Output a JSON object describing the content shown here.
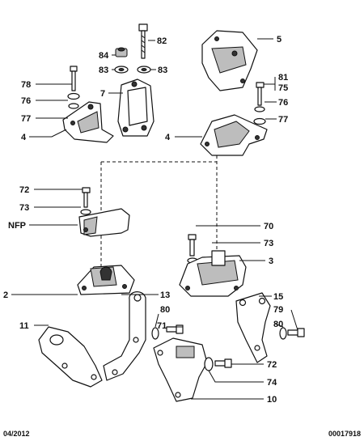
{
  "callouts": {
    "c82": "82",
    "c84": "84",
    "c83a": "83",
    "c83b": "83",
    "c5": "5",
    "c78": "78",
    "c7": "7",
    "c76a": "76",
    "c77a": "77",
    "c4a": "4",
    "c81": "81",
    "c75": "75",
    "c76b": "76",
    "c77b": "77",
    "c4b": "4",
    "c72a": "72",
    "c73a": "73",
    "cNFP": "NFP",
    "c2": "2",
    "c13": "13",
    "c70": "70",
    "c73b": "73",
    "c3": "3",
    "c15": "15",
    "c79": "79",
    "c80a": "80",
    "c71": "71",
    "c80b": "80",
    "c11": "11",
    "c72b": "72",
    "c74": "74",
    "c10": "10"
  },
  "footer": {
    "date": "04/2012",
    "ref": "00017918"
  },
  "icons": [
    "engine-mount-bracket",
    "bolt",
    "nut",
    "washer",
    "rubber-mount",
    "support-plate"
  ]
}
